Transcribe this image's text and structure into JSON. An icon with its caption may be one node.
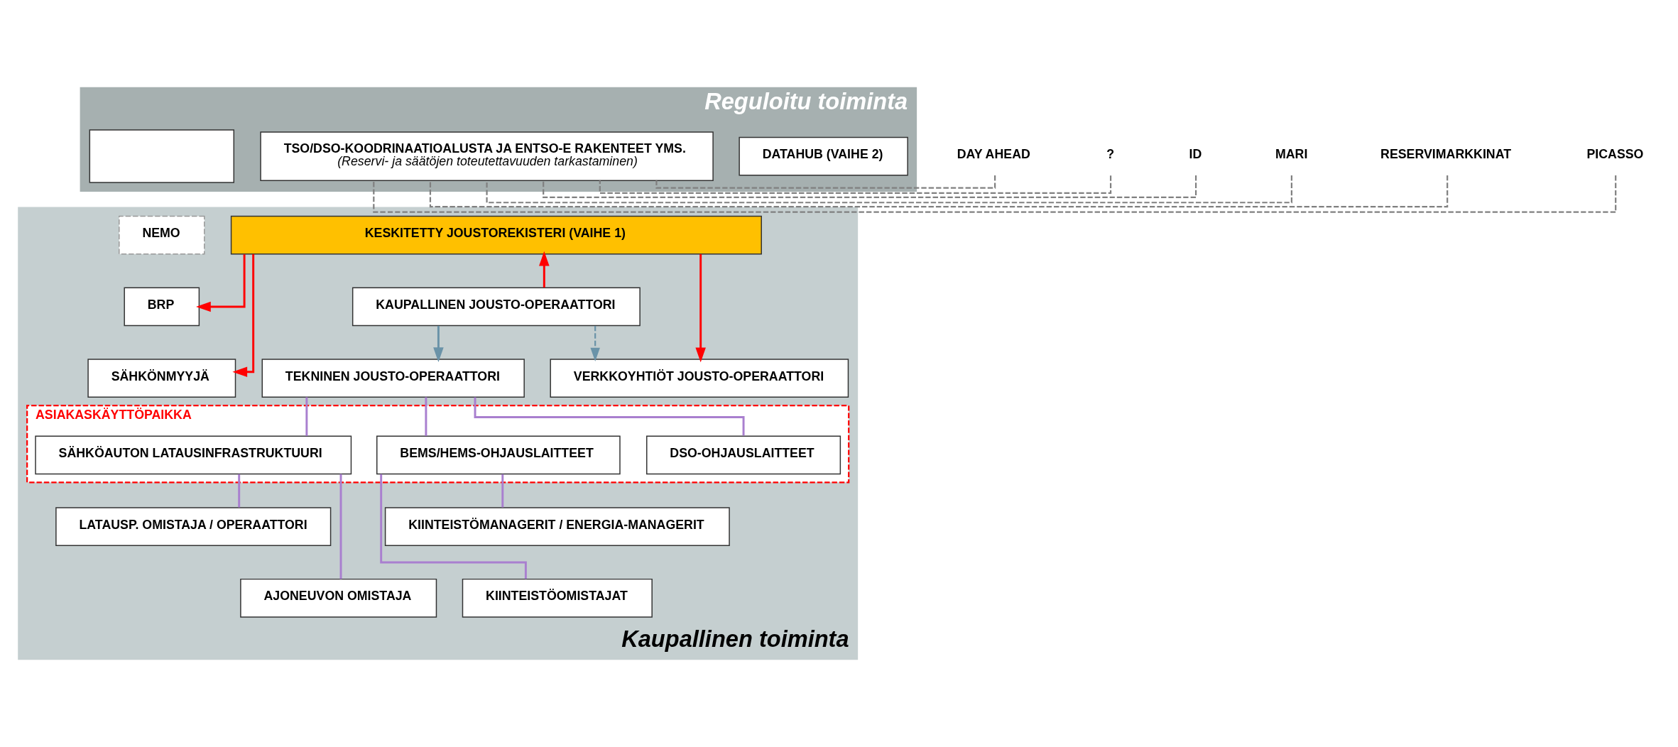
{
  "diagram": {
    "nodes": [
      {
        "text": [
          "Reguloitu toiminta"
        ]
      },
      {
        "text": [],
        "shape": "box",
        "in": 0
      },
      {
        "text": [
          "TSO/DSO-KOODRINAATIOALUSTA JA ENTSO-E RAKENTEET YMS.",
          "(Reservi- ja säätöjen toteutettavuuden tarkastaminen)"
        ],
        "in": 0
      },
      {
        "text": [
          "DATAHUB (VAIHE 2)"
        ],
        "in": 0
      },
      {
        "text": [
          "DAY AHEAD"
        ]
      },
      {
        "text": [
          "?"
        ]
      },
      {
        "text": [
          "ID"
        ]
      },
      {
        "text": [
          "MARI"
        ]
      },
      {
        "text": [
          "RESERVIMARKKINAT"
        ]
      },
      {
        "text": [
          "PICASSO"
        ]
      },
      {
        "text": [
          "Kaupallinen toiminta"
        ]
      },
      {
        "text": [
          "NEMO"
        ],
        "in": 10
      },
      {
        "text": [
          "KESKITETTY JOUSTOREKISTERI (VAIHE 1)"
        ],
        "in": 10
      },
      {
        "text": [
          "BRP"
        ],
        "in": 10
      },
      {
        "text": [
          "SÄHKÖNMYYJÄ"
        ],
        "in": 10
      },
      {
        "text": [
          "KAUPALLINEN JOUSTO-OPERAATTORI"
        ],
        "in": 10
      },
      {
        "text": [
          "TEKNINEN JOUSTO-OPERAATTORI"
        ],
        "in": 10
      },
      {
        "text": [
          "VERKKOYHTIÖT JOUSTO-OPERAATTORI"
        ],
        "in": 10
      },
      {
        "text": [
          "ASIAKASKÄYTTÖPAIKKA"
        ],
        "in": 10
      },
      {
        "text": [
          "SÄHKÖAUTON LATAUSINFRASTRUKTUURI"
        ],
        "in": 18
      },
      {
        "text": [
          "BEMS/HEMS-OHJAUSLAITTEET"
        ],
        "in": 18
      },
      {
        "text": [
          "DSO-OHJAUSLAITTEET"
        ],
        "in": 18
      },
      {
        "text": [
          "LATAUSP. OMISTAJA / OPERAATTORI"
        ],
        "in": 10
      },
      {
        "text": [
          "AJONEUVON OMISTAJA"
        ],
        "in": 10
      },
      {
        "text": [
          "KIINTEISTÖMANAGERIT / ENERGIA-MANAGERIT"
        ],
        "in": 10
      },
      {
        "text": [
          "KIINTEISTÖOMISTAJAT"
        ],
        "in": 10
      }
    ],
    "edges": [
      {
        "from": 4,
        "to": 2,
        "arrow": "none",
        "style": "dashed",
        "color": "#808080"
      },
      {
        "from": 5,
        "to": 2,
        "arrow": "none",
        "style": "dashed",
        "color": "#808080"
      },
      {
        "from": 6,
        "to": 2,
        "arrow": "none",
        "style": "dashed",
        "color": "#808080"
      },
      {
        "from": 7,
        "to": 2,
        "arrow": "none",
        "style": "dashed",
        "color": "#808080"
      },
      {
        "from": 8,
        "to": 2,
        "arrow": "none",
        "style": "dashed",
        "color": "#808080"
      },
      {
        "from": 9,
        "to": 2,
        "arrow": "none",
        "style": "dashed",
        "color": "#808080"
      },
      {
        "from": 12,
        "to": 13,
        "arrow": "to",
        "color": "#ff0000"
      },
      {
        "from": 12,
        "to": 14,
        "arrow": "to",
        "color": "#ff0000"
      },
      {
        "from": 12,
        "to": 17,
        "arrow": "to",
        "color": "#ff0000"
      },
      {
        "from": 15,
        "to": 12,
        "arrow": "to",
        "color": "#ff0000"
      },
      {
        "from": 15,
        "to": 16,
        "arrow": "to",
        "color": "#6a93a8"
      },
      {
        "from": 15,
        "to": 17,
        "arrow": "to",
        "style": "dashed",
        "color": "#6a93a8"
      },
      {
        "from": 16,
        "to": 19,
        "arrow": "none"
      },
      {
        "from": 16,
        "to": 20,
        "arrow": "none"
      },
      {
        "from": 16,
        "to": 21,
        "arrow": "none"
      },
      {
        "from": 19,
        "to": 22,
        "arrow": "none"
      },
      {
        "from": 19,
        "to": 23,
        "arrow": "none"
      },
      {
        "from": 20,
        "to": 24,
        "arrow": "none"
      },
      {
        "from": 20,
        "to": 25,
        "arrow": "none"
      }
    ]
  }
}
